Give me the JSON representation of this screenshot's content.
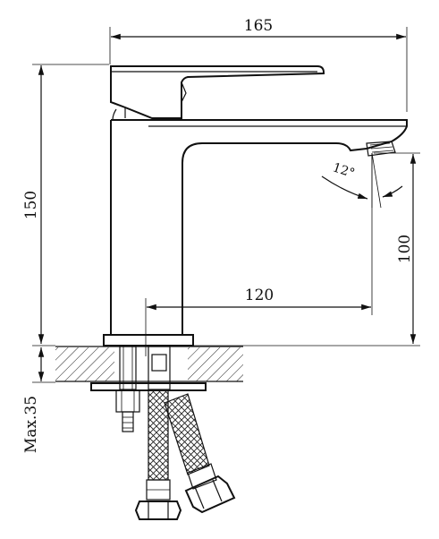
{
  "dimensions": {
    "width_top": "165",
    "height_total": "150",
    "spout_height": "100",
    "spout_reach": "120",
    "angle": "12°",
    "max_deck": "Max.35"
  }
}
